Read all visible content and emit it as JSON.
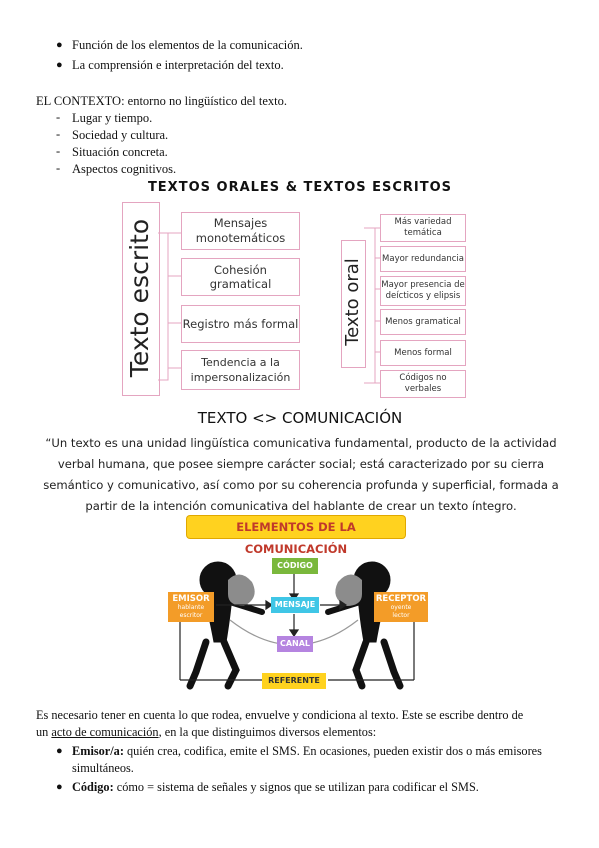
{
  "top_bullets": [
    "Función de los elementos de la comunicación.",
    "La comprensión e interpretación del texto."
  ],
  "contexto": {
    "label": "EL CONTEXTO",
    "rest": ": entorno no lingüístico del texto.",
    "items": [
      "Lugar y  tiempo.",
      "Sociedad y cultura.",
      "Situación concreta.",
      "Aspectos cognitivos."
    ]
  },
  "diagram1": {
    "title": "TEXTOS ORALES & TEXTOS ESCRITOS",
    "left_label": "Texto escrito",
    "left_items": [
      "Mensajes monotemáticos",
      "Cohesión gramatical",
      "Registro más formal",
      "Tendencia a la impersonalización"
    ],
    "right_label": "Texto oral",
    "right_items": [
      "Más variedad temática",
      "Mayor redundancia",
      "Mayor presencia de deícticos y elipsis",
      "Menos gramatical",
      "Menos formal",
      "Códigos no verbales"
    ]
  },
  "section_title": "TEXTO <> COMUNICACIÓN",
  "quote": "“Un texto es una unidad lingüística comunicativa fundamental, producto de la actividad verbal humana, que posee siempre carácter social; está caracterizado por su cierra semántico y comunicativo, así como por su coherencia profunda y superficial, formada a partir de la intención comunicativa del hablante de crear un texto íntegro.",
  "diagram2": {
    "title": "ELEMENTOS DE LA COMUNICACIÓN",
    "codigo": "CÓDIGO",
    "mensaje": "MENSAJE",
    "canal": "CANAL",
    "referente": "REFERENTE",
    "emisor": {
      "title": "EMISOR",
      "sub1": "hablante",
      "sub2": "escritor"
    },
    "receptor": {
      "title": "RECEPTOR",
      "sub1": "oyente",
      "sub2": "lector"
    },
    "colors": {
      "orange": "#f39c28",
      "green": "#7ab83c",
      "cyan": "#3fc6e6",
      "purple": "#b584e0",
      "yellow": "#ffd21f"
    }
  },
  "para1": "Es necesario tener en cuenta lo que rodea, envuelve y condiciona al texto. Este se escribe dentro de",
  "para2_pre": "un ",
  "para2_link": "acto de comunicación",
  "para2_post": ", en la que distinguimos diversos elementos:",
  "elements": [
    {
      "term": "Emisor/a:",
      "desc": " quién crea, codifica, emite el SMS. En ocasiones, pueden existir dos o más emisores",
      "cont": "simultáneos."
    },
    {
      "term": "Código:",
      "desc": " cómo = sistema de señales y signos que se utilizan para codificar el SMS."
    }
  ]
}
